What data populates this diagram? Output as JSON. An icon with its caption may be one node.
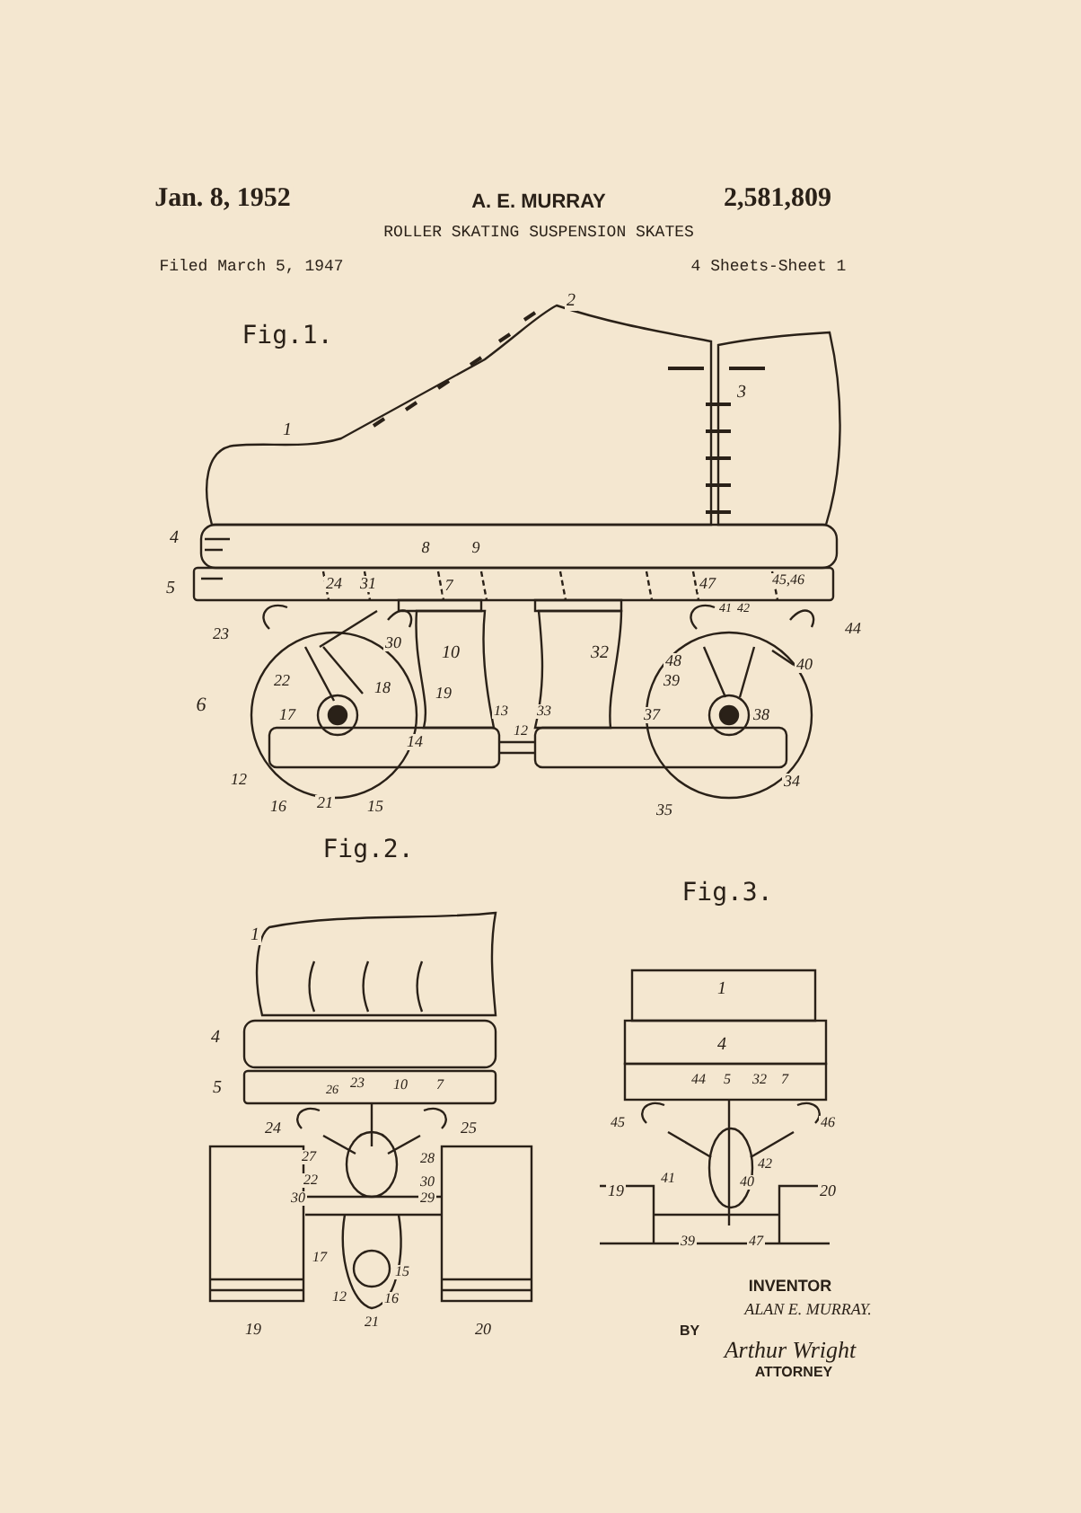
{
  "diagram": {
    "title": "ROLLER SKATING SUSPENSION SKATES",
    "labels": [
      "Jan. 8, 1952",
      "A. E. MURRAY",
      "2,581,809",
      "Filed March 5, 1947",
      "4 Sheets-Sheet 1",
      "Fig.1.",
      "2",
      "3",
      "1",
      "4",
      "5",
      "8",
      "9",
      "24",
      "31",
      "7",
      "47",
      "41",
      "42",
      "45,46",
      "44",
      "23",
      "30",
      "48",
      "40",
      "10",
      "32",
      "22",
      "18",
      "19",
      "39",
      "6",
      "17",
      "13",
      "33",
      "37",
      "38",
      "12",
      "14",
      "12",
      "16",
      "21",
      "15",
      "34",
      "35",
      "Fig.2.",
      "1",
      "4",
      "5",
      "23",
      "26",
      "10",
      "7",
      "24",
      "25",
      "27",
      "28",
      "22",
      "30",
      "30",
      "29",
      "17",
      "15",
      "12",
      "16",
      "21",
      "19",
      "20",
      "Fig.3.",
      "1",
      "4",
      "44",
      "5",
      "32",
      "7",
      "45",
      "46",
      "41",
      "42",
      "40",
      "19",
      "20",
      "39",
      "47",
      "INVENTOR",
      "ALAN E. MURRAY.",
      "BY",
      "Arthur Wright",
      "ATTORNEY"
    ]
  }
}
